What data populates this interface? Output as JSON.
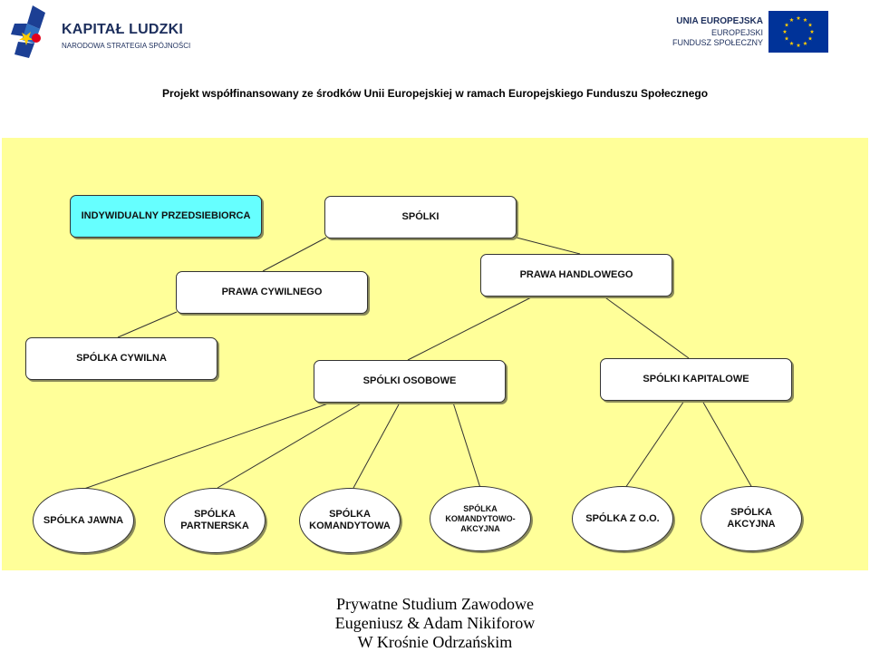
{
  "logos": {
    "kapital_ludzki": {
      "title": "KAPITAŁ LUDZKI",
      "subtitle": "NARODOWA STRATEGIA SPÓJNOŚCI"
    },
    "eu": {
      "line1": "UNIA EUROPEJSKA",
      "line2": "EUROPEJSKI",
      "line3": "FUNDUSZ SPOŁECZNY",
      "flag_color": "#003399",
      "star_color": "#ffcc00"
    }
  },
  "headline": "Projekt współfinansowany ze środków Unii Europejskiej w ramach Europejskiego Funduszu Społecznego",
  "diagram": {
    "background": "#ffff99",
    "highlight_color": "#66ffff",
    "nodes": {
      "indywidualny": "INDYWIDUALNY PRZEDSIEBIORCA",
      "spolki": "SPÓLKI",
      "prawa_cywilnego": "PRAWA CYWILNEGO",
      "prawa_handlowego": "PRAWA HANDLOWEGO",
      "spolka_cywilna": "SPÓLKA CYWILNA",
      "spolki_osobowe": "SPÓLKI OSOBOWE",
      "spolki_kapitalowe": "SPÓLKI KAPITALOWE",
      "spolka_jawna": "SPÓLKA JAWNA",
      "spolka_partnerska": "SPÓLKA PARTNERSKA",
      "spolka_komandytowa": "SPÓLKA KOMANDYTOWA",
      "spolka_kom_akcyjna": "SPÓLKA KOMANDYTOWO-AKCYJNA",
      "spolka_zoo": "SPÓLKA Z O.O.",
      "spolka_akcyjna": "SPÓLKA AKCYJNA"
    }
  },
  "footer": {
    "line1": "Prywatne Studium Zawodowe",
    "line2": "Eugeniusz & Adam Nikiforow",
    "line3": "W Krośnie Odrzańskim"
  }
}
